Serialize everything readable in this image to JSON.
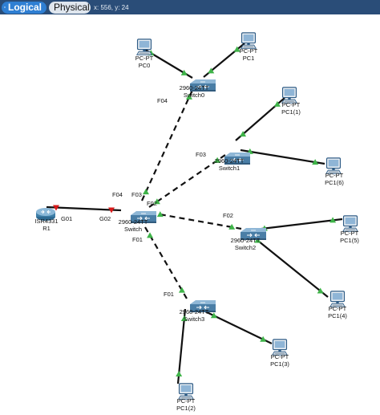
{
  "header": {
    "tabs": [
      {
        "label": "Logical",
        "active": true,
        "icon": "logical-view-icon"
      },
      {
        "label": "Physical",
        "active": false,
        "icon": "physical-view-icon"
      }
    ],
    "coords": "x: 556, y: 24"
  },
  "colors": {
    "link": "#111111",
    "port_up": "#3fb449",
    "port_down": "#d71a1a",
    "switch_body": "#4a7ea6",
    "router_body": "#3f7fa8",
    "pc_body": "#2e5c86"
  },
  "devices": [
    {
      "id": "pc0",
      "type": "pc",
      "model": "PC-PT",
      "name": "PC0"
    },
    {
      "id": "pc1",
      "type": "pc",
      "model": "PC-PT",
      "name": "PC1"
    },
    {
      "id": "switch0",
      "type": "switch",
      "model": "2960-24TT",
      "name": "Switch0"
    },
    {
      "id": "pc1_1",
      "type": "pc",
      "model": "PC-PT",
      "name": "PC1(1)"
    },
    {
      "id": "switch1",
      "type": "switch",
      "model": "2960-24TT",
      "name": "Switch1"
    },
    {
      "id": "pc1_6",
      "type": "pc",
      "model": "PC-PT",
      "name": "PC1(6)"
    },
    {
      "id": "r1",
      "type": "router",
      "model": "ISR4331",
      "name": "R1"
    },
    {
      "id": "switchc",
      "type": "switch",
      "model": "2960-24TT",
      "name": "Switch"
    },
    {
      "id": "pc1_5",
      "type": "pc",
      "model": "PC-PT",
      "name": "PC1(5)"
    },
    {
      "id": "switch2",
      "type": "switch",
      "model": "2960-24TT",
      "name": "Switch2"
    },
    {
      "id": "pc1_4",
      "type": "pc",
      "model": "PC-PT",
      "name": "PC1(4)"
    },
    {
      "id": "switch3",
      "type": "switch",
      "model": "2960-24TT",
      "name": "Switch3"
    },
    {
      "id": "pc1_3",
      "type": "pc",
      "model": "PC-PT",
      "name": "PC1(3)"
    },
    {
      "id": "pc1_2",
      "type": "pc",
      "model": "PC-PT",
      "name": "PC1(2)"
    }
  ],
  "links": [
    {
      "a": "pc0",
      "b": "switch0",
      "style": "solid",
      "status": "up"
    },
    {
      "a": "pc1",
      "b": "switch0",
      "style": "solid",
      "status": "up"
    },
    {
      "a": "switchc",
      "b": "switch0",
      "style": "dashed",
      "status": "up"
    },
    {
      "a": "pc1_1",
      "b": "switch1",
      "style": "solid",
      "status": "up"
    },
    {
      "a": "pc1_6",
      "b": "switch1",
      "style": "solid",
      "status": "up"
    },
    {
      "a": "switchc",
      "b": "switch1",
      "style": "dashed",
      "status": "up"
    },
    {
      "a": "r1",
      "b": "switchc",
      "style": "solid",
      "status": "down"
    },
    {
      "a": "switchc",
      "b": "switch2",
      "style": "dashed",
      "status": "up"
    },
    {
      "a": "pc1_5",
      "b": "switch2",
      "style": "solid",
      "status": "up"
    },
    {
      "a": "pc1_4",
      "b": "switch2",
      "style": "solid",
      "status": "up"
    },
    {
      "a": "switchc",
      "b": "switch3",
      "style": "dashed",
      "status": "up"
    },
    {
      "a": "pc1_3",
      "b": "switch3",
      "style": "solid",
      "status": "up"
    },
    {
      "a": "pc1_2",
      "b": "switch3",
      "style": "solid",
      "status": "up"
    }
  ],
  "port_labels": [
    "F04",
    "F03",
    "F04",
    "F03",
    "F02",
    "G01",
    "G02",
    "F02",
    "F01",
    "F01"
  ]
}
